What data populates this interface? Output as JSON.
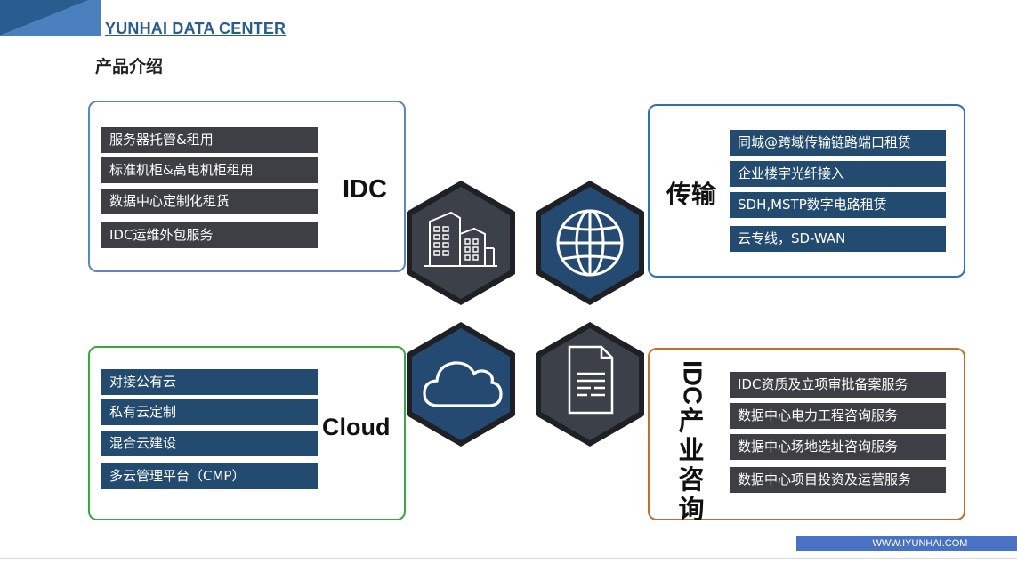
{
  "header": {
    "brand": "YUNHAI DATA CENTER",
    "section_title": "产品介绍"
  },
  "idc": {
    "label": "IDC",
    "items": [
      "服务器托管&租用",
      "标准机柜&高电机柜租用",
      "数据中心定制化租赁",
      "IDC运维外包服务"
    ]
  },
  "transport": {
    "label": "传输",
    "items": [
      "同城@跨域传输链路端口租赁",
      "企业楼宇光纤接入",
      "SDH,MSTP数字电路租赁",
      "云专线，SD-WAN"
    ]
  },
  "cloud": {
    "label": "Cloud",
    "items": [
      "对接公有云",
      "私有云定制",
      "混合云建设",
      "多云管理平台（CMP）"
    ]
  },
  "consulting": {
    "label_latin": "IDC",
    "label_chars": [
      "产",
      "业",
      "咨",
      "询"
    ],
    "items": [
      "IDC资质及立项审批备案服务",
      "数据中心电力工程咨询服务",
      "数据中心场地选址咨询服务",
      "数据中心项目投资及运营服务"
    ]
  },
  "icons": {
    "hex_top_left": "buildings-icon",
    "hex_top_right": "globe-icon",
    "hex_bottom_left": "cloud-icon",
    "hex_bottom_right": "document-icon"
  },
  "footer": {
    "website": "WWW.IYUNHAI.COM"
  },
  "colors": {
    "accent_blue": "#234b70",
    "dark_gray": "#3d3f44",
    "idc_border": "#5b87b9",
    "transport_border": "#2d6fb8",
    "cloud_border": "#3aa645",
    "consult_border": "#c46d2c"
  }
}
